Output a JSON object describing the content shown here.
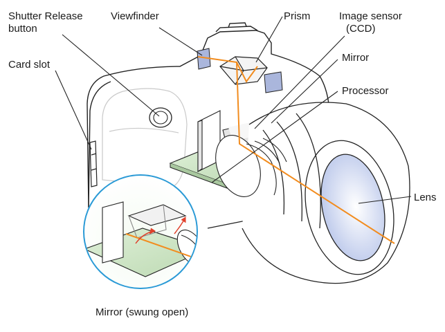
{
  "labels": {
    "shutter_line1": "Shutter Release",
    "shutter_line2": "button",
    "viewfinder": "Viewfinder",
    "prism": "Prism",
    "image_sensor_line1": "Image sensor",
    "image_sensor_line2": "(CCD)",
    "card_slot": "Card slot",
    "mirror": "Mirror",
    "processor": "Processor",
    "lens": "Lens",
    "mirror_swung": "Mirror (swung open)"
  },
  "colors": {
    "outline": "#222222",
    "light_path": "#f28c1e",
    "circuit_board": "#cfe4c8",
    "glass": "#aab6dc",
    "lens_glass": "#dfe6f5",
    "inset_border": "#2a9ad6",
    "swing_arrow": "#e0402a"
  }
}
